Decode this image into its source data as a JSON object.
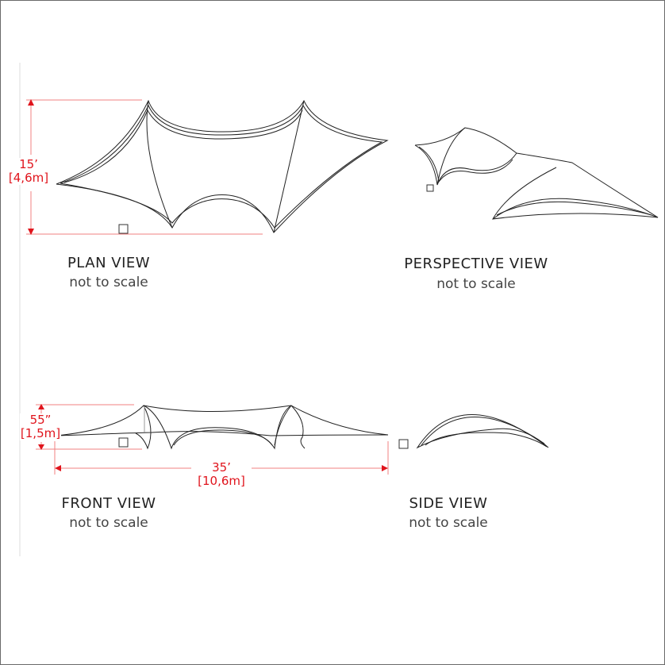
{
  "views": [
    {
      "title": "PLAN VIEW",
      "note": "not to scale"
    },
    {
      "title": "PERSPECTIVE VIEW",
      "note": "not to scale"
    },
    {
      "title": "FRONT VIEW",
      "note": "not to scale"
    },
    {
      "title": "SIDE VIEW",
      "note": "not to scale"
    }
  ],
  "dimensions": {
    "plan_height": {
      "imperial": "15’",
      "metric": "[4,6m]"
    },
    "front_height": {
      "imperial": "55”",
      "metric": "[1,5m]"
    },
    "front_length": {
      "imperial": "35’",
      "metric": "[10,6m]"
    }
  },
  "colors": {
    "dimension": "#e0141c",
    "line": "#222222",
    "frame": "#6a6a6a"
  }
}
